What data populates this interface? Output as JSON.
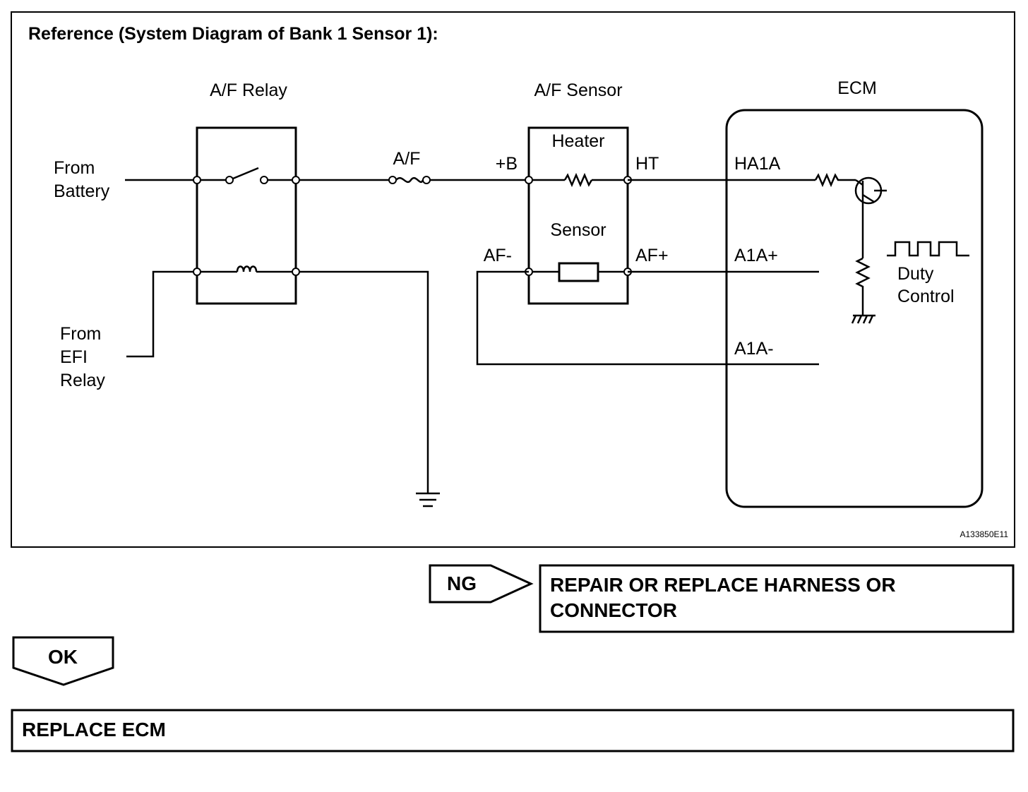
{
  "diagram": {
    "title": "Reference (System Diagram of Bank 1 Sensor 1):",
    "figure_id": "A133850E11",
    "af_relay": {
      "label": "A/F Relay"
    },
    "af_sensor": {
      "label": "A/F Sensor",
      "heater": "Heater",
      "sensor": "Sensor",
      "pin_plus_b": "+B",
      "pin_ht": "HT",
      "pin_af_minus": "AF-",
      "pin_af_plus": "AF+"
    },
    "ecm": {
      "label": "ECM",
      "pin_ha1a": "HA1A",
      "pin_a1a_plus": "A1A+",
      "pin_a1a_minus": "A1A-",
      "duty_line1": "Duty",
      "duty_line2": "Control"
    },
    "fuse_label": "A/F",
    "from_battery_line1": "From",
    "from_battery_line2": "Battery",
    "from_efi_line1": "From",
    "from_efi_line2": "EFI",
    "from_efi_line3": "Relay"
  },
  "flow": {
    "ng_label": "NG",
    "ng_action_line1": "REPAIR OR REPLACE HARNESS OR",
    "ng_action_line2": "CONNECTOR",
    "ok_label": "OK",
    "ok_action": "REPLACE ECM"
  }
}
